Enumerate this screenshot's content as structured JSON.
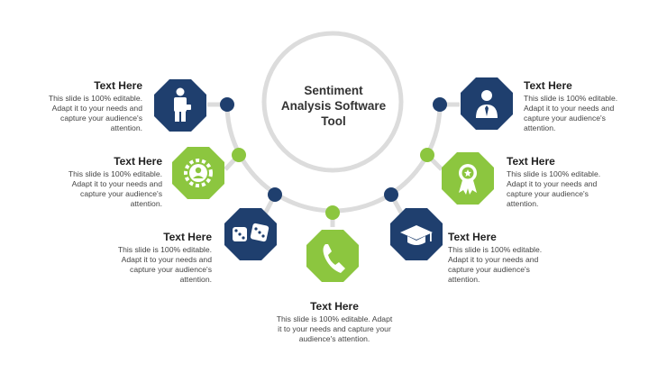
{
  "title": "Sentiment Analysis Software Tool",
  "colors": {
    "navy": "#1f3f6e",
    "green": "#8cc63f",
    "ring": "#dcdcdc"
  },
  "items": [
    {
      "heading": "Text Here",
      "body": "This slide is 100% editable. Adapt it to your needs and capture your audience's attention.",
      "icon": "businessman-icon",
      "color": "navy"
    },
    {
      "heading": "Text Here",
      "body": "This slide is 100% editable. Adapt it to your needs and capture your audience's attention.",
      "icon": "gear-user-icon",
      "color": "green"
    },
    {
      "heading": "Text Here",
      "body": "This slide is 100% editable. Adapt it to your needs and capture your audience's attention.",
      "icon": "dice-icon",
      "color": "navy"
    },
    {
      "heading": "Text Here",
      "body": "This slide is 100% editable. Adapt it to your needs and capture your audience's attention.",
      "icon": "phone-icon",
      "color": "green"
    },
    {
      "heading": "Text Here",
      "body": "This slide is 100% editable. Adapt it to your needs and capture your audience's attention.",
      "icon": "graduation-cap-icon",
      "color": "navy"
    },
    {
      "heading": "Text Here",
      "body": "This slide is 100% editable. Adapt it to your needs and capture your audience's attention.",
      "icon": "award-ribbon-icon",
      "color": "green"
    },
    {
      "heading": "Text Here",
      "body": "This slide is 100% editable. Adapt it to your needs and capture your audience's attention.",
      "icon": "user-tie-icon",
      "color": "navy"
    }
  ]
}
